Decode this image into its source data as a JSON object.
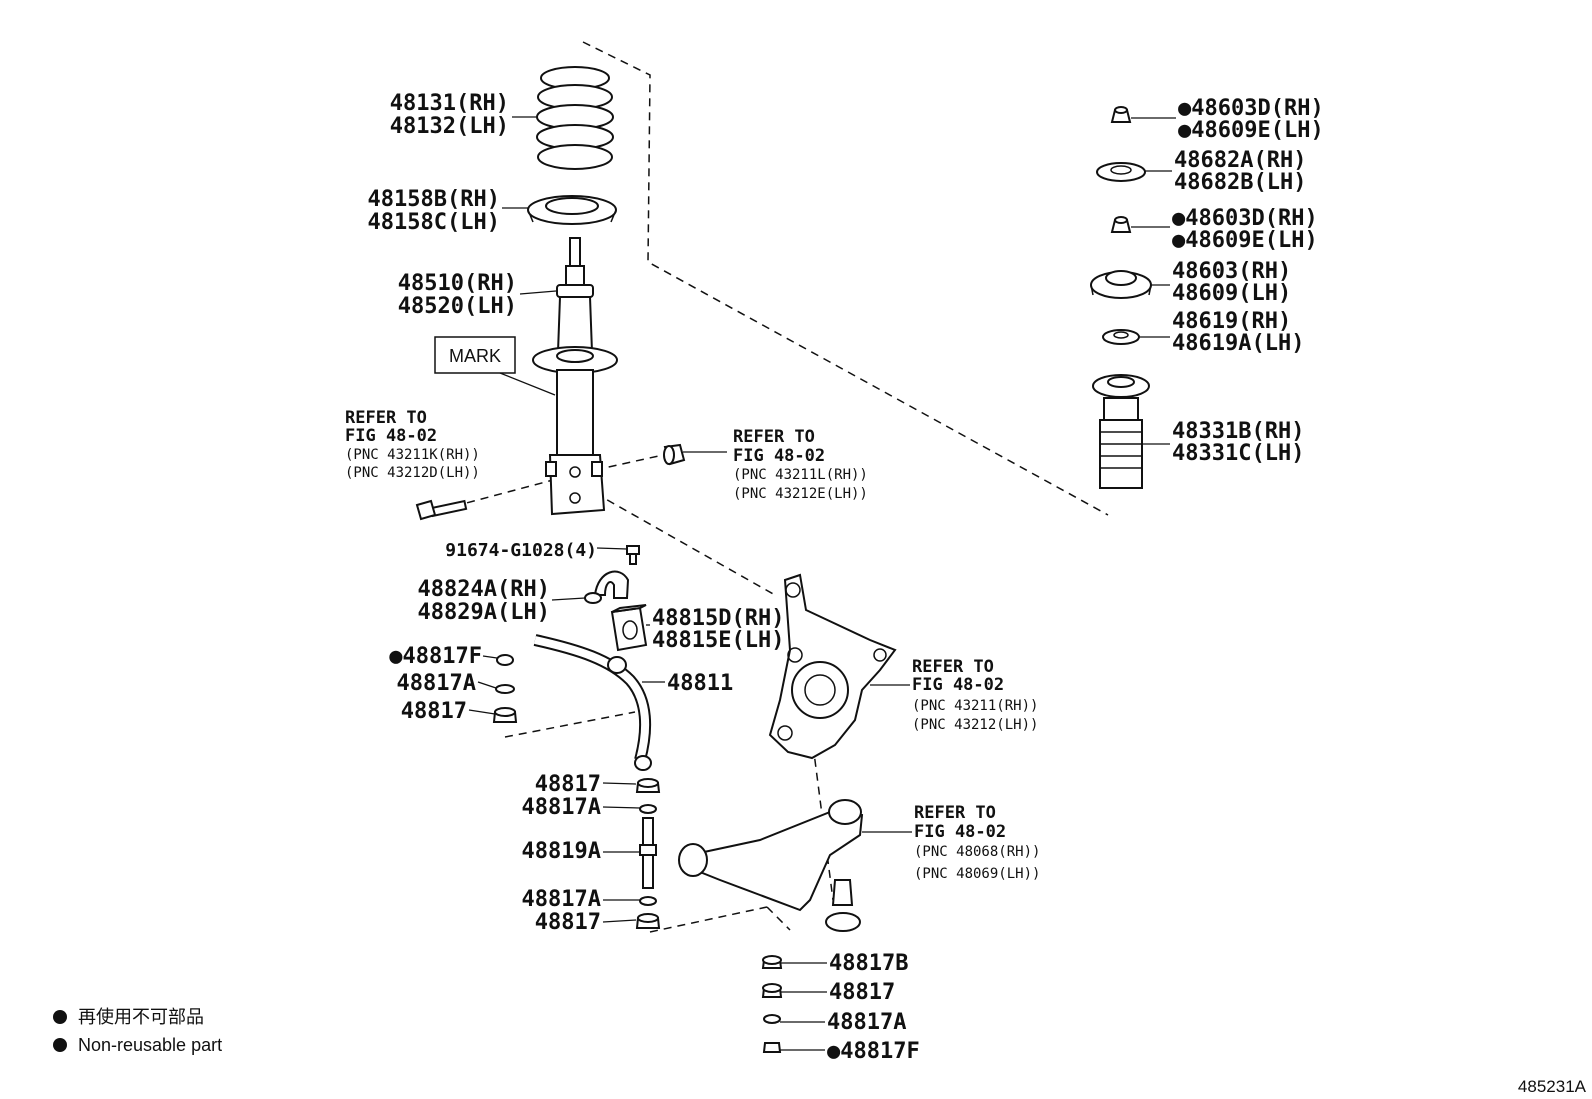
{
  "strut_assembly": {
    "coil_spring": [
      "48131(RH)",
      "48132(LH)"
    ],
    "spring_insulator": [
      "48158B(RH)",
      "48158C(LH)"
    ],
    "shock_absorber": [
      "48510(RH)",
      "48520(LH)"
    ],
    "mark_label": "MARK"
  },
  "references": {
    "strut_bolt": [
      "REFER TO",
      "FIG 48-02",
      "(PNC 43211K(RH))",
      "(PNC 43212D(LH))"
    ],
    "strut_nut": [
      "REFER TO",
      "FIG 48-02",
      "(PNC 43211L(RH))",
      "(PNC 43212E(LH))"
    ],
    "knuckle": [
      "REFER TO",
      "FIG 48-02",
      "(PNC 43211(RH))",
      "(PNC 43212(LH))"
    ],
    "lower_arm": [
      "REFER TO",
      "FIG 48-02",
      "(PNC 48068(RH))",
      "(PNC 48069(LH))"
    ]
  },
  "upper_mount": {
    "nut_a": [
      "●48603D(RH)",
      "●48609E(LH)"
    ],
    "bearing": [
      "48682A(RH)",
      "48682B(LH)"
    ],
    "nut_b": [
      "●48603D(RH)",
      "●48609E(LH)"
    ],
    "support": [
      "48603(RH)",
      "48609(LH)"
    ],
    "seat": [
      "48619(RH)",
      "48619A(LH)"
    ],
    "bound_stopper": [
      "48331B(RH)",
      "48331C(LH)"
    ]
  },
  "stabilizer": {
    "bolt": "91674-G1028(4)",
    "bracket": [
      "48824A(RH)",
      "48829A(LH)"
    ],
    "bushing": [
      "48815D(RH)",
      "48815E(LH)"
    ],
    "bar": "48811",
    "link_top": [
      "●48817F",
      "48817A",
      "48817"
    ],
    "link_mid": [
      "48817",
      "48817A"
    ],
    "link_rod": "48819A",
    "link_bottom": [
      "48817A",
      "48817"
    ],
    "ball_joint_stack": [
      "48817B",
      "48817",
      "48817A",
      "●48817F"
    ]
  },
  "legend": {
    "japanese": "再使用不可部品",
    "english": "Non-reusable part"
  },
  "figure_id": "485231A"
}
